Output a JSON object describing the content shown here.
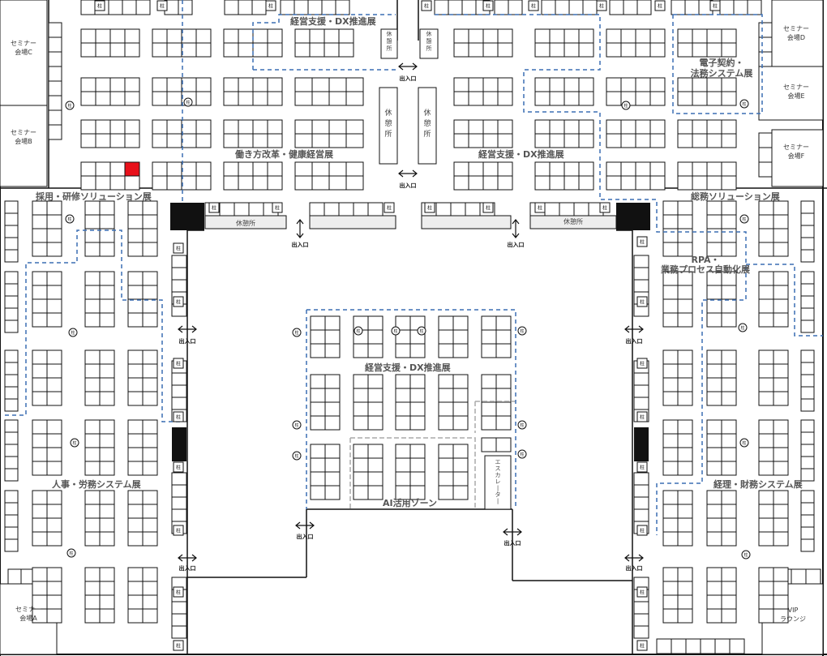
{
  "zones": {
    "dx_top": "経営支援・DX推進展",
    "work_style": "働き方改革・健康経営展",
    "dx_right": "経営支援・DX推進展",
    "econtract": "電子契約・\n法務システム展",
    "hr_training": "採用・研修ソリューション展",
    "general_affairs": "総務ソリューション展",
    "rpa": "RPA・\n業務プロセス自動化展",
    "dx_center": "経営支援・DX推進展",
    "ai_zone": "AI活用ゾーン",
    "hr_labor": "人事・労務システム展",
    "accounting": "経理・財務システム展"
  },
  "rooms": {
    "seminar_a": "セミナー\n会場A",
    "seminar_b": "セミナー\n会場B",
    "seminar_c": "セミナー\n会場C",
    "seminar_d": "セミナー\n会場D",
    "seminar_e": "セミナー\n会場E",
    "seminar_f": "セミナー\n会場F",
    "vip": "VIP\nラウンジ",
    "rest": "休憩所",
    "rest_v": "休\n憩\n所",
    "escalator": "エ\nス\nカ\nレ\n|\nタ\n|"
  },
  "entrance_label": "出入口",
  "pillar_label": "柱",
  "colors": {
    "highlight_booth": "#e8101a",
    "zone_border": "#3b6fb3",
    "wall": "#111111"
  }
}
